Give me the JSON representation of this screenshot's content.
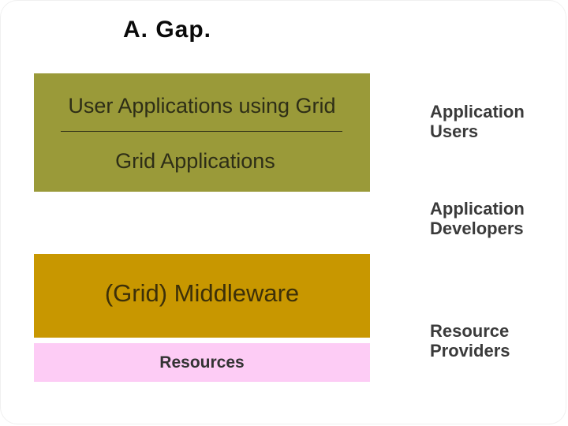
{
  "title": "A. Gap.",
  "colors": {
    "olive_box": "#9a9a39",
    "gold_box": "#c89700",
    "pink_box": "#fdccf5",
    "olive_text": "#2e2e17",
    "gold_text": "#3d3009",
    "label_text": "#3a3a3a",
    "title_text": "#0a0a0a"
  },
  "diagram": {
    "top_box": {
      "line1": "User Applications using Grid",
      "line2": "Grid Applications"
    },
    "middleware_box": {
      "label": "(Grid) Middleware"
    },
    "resources_box": {
      "label": "Resources"
    }
  },
  "side_labels": {
    "users": "Application Users",
    "developers": "Application Developers",
    "providers": "Resource Providers"
  }
}
